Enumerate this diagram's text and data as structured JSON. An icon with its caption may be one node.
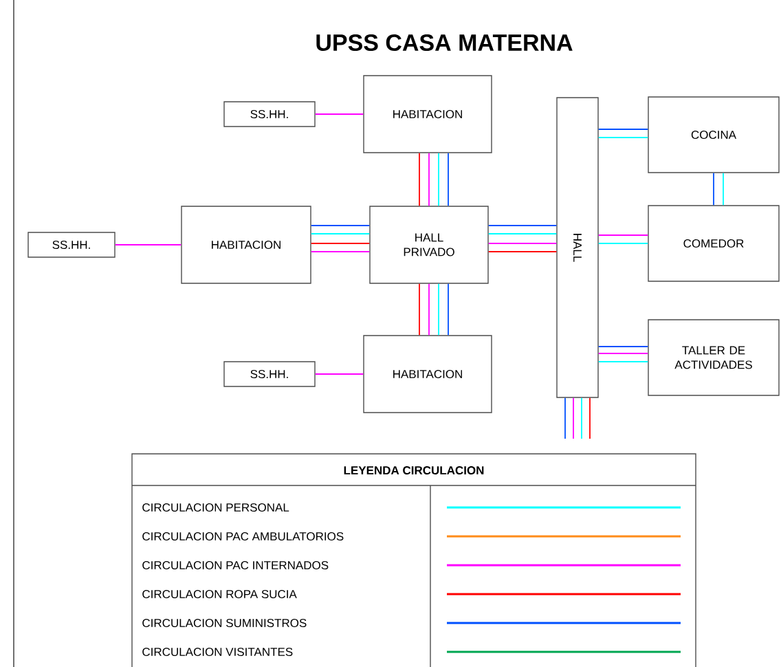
{
  "diagram": {
    "title": "UPSS CASA MATERNA",
    "nodes": [
      {
        "text": [
          "SS.HH."
        ]
      },
      {
        "text": [
          "HABITACION"
        ]
      },
      {
        "text": [
          "SS.HH."
        ]
      },
      {
        "text": [
          "HABITACION"
        ]
      },
      {
        "text": [
          "HALL PRIVADO"
        ]
      },
      {
        "text": [
          "SS.HH."
        ]
      },
      {
        "text": [
          "HABITACION"
        ]
      },
      {
        "text": [
          "HALL"
        ]
      },
      {
        "text": [
          "COCINA"
        ]
      },
      {
        "text": [
          "COMEDOR"
        ]
      },
      {
        "text": [
          "TALLER DE ACTIVIDADES"
        ]
      }
    ],
    "edges": [
      {
        "from": 0,
        "to": 1,
        "arrow": "none",
        "color": "#ff00ff"
      },
      {
        "from": 2,
        "to": 3,
        "arrow": "none",
        "color": "#ff00ff"
      },
      {
        "from": 5,
        "to": 6,
        "arrow": "none",
        "color": "#ff00ff"
      },
      {
        "from": 1,
        "to": 4,
        "arrow": "none",
        "color": "#ff0000"
      },
      {
        "from": 1,
        "to": 4,
        "arrow": "none",
        "color": "#ff00ff"
      },
      {
        "from": 1,
        "to": 4,
        "arrow": "none",
        "color": "#00ffff"
      },
      {
        "from": 1,
        "to": 4,
        "arrow": "none",
        "color": "#0050ff"
      },
      {
        "from": 3,
        "to": 4,
        "arrow": "none",
        "color": "#0050ff"
      },
      {
        "from": 3,
        "to": 4,
        "arrow": "none",
        "color": "#00ffff"
      },
      {
        "from": 3,
        "to": 4,
        "arrow": "none",
        "color": "#ff0000"
      },
      {
        "from": 3,
        "to": 4,
        "arrow": "none",
        "color": "#ff00ff"
      },
      {
        "from": 4,
        "to": 6,
        "arrow": "none",
        "color": "#ff0000"
      },
      {
        "from": 4,
        "to": 6,
        "arrow": "none",
        "color": "#ff00ff"
      },
      {
        "from": 4,
        "to": 6,
        "arrow": "none",
        "color": "#00ffff"
      },
      {
        "from": 4,
        "to": 6,
        "arrow": "none",
        "color": "#0050ff"
      },
      {
        "from": 4,
        "to": 7,
        "arrow": "none",
        "color": "#0050ff"
      },
      {
        "from": 4,
        "to": 7,
        "arrow": "none",
        "color": "#00ffff"
      },
      {
        "from": 4,
        "to": 7,
        "arrow": "none",
        "color": "#ff00ff"
      },
      {
        "from": 4,
        "to": 7,
        "arrow": "none",
        "color": "#ff0000"
      },
      {
        "from": 7,
        "to": 8,
        "arrow": "none",
        "color": "#0050ff"
      },
      {
        "from": 7,
        "to": 8,
        "arrow": "none",
        "color": "#00ffff"
      },
      {
        "from": 8,
        "to": 9,
        "arrow": "none",
        "color": "#0050ff"
      },
      {
        "from": 8,
        "to": 9,
        "arrow": "none",
        "color": "#00ffff"
      },
      {
        "from": 7,
        "to": 9,
        "arrow": "none",
        "color": "#ff00ff"
      },
      {
        "from": 7,
        "to": 9,
        "arrow": "none",
        "color": "#00ffff"
      },
      {
        "from": 7,
        "to": 10,
        "arrow": "none",
        "color": "#0050ff"
      },
      {
        "from": 7,
        "to": 10,
        "arrow": "none",
        "color": "#ff00ff"
      },
      {
        "from": 7,
        "to": 10,
        "arrow": "none",
        "color": "#00ffff"
      },
      {
        "from": 7,
        "to": null,
        "arrow": "none",
        "color": "#0050ff"
      },
      {
        "from": 7,
        "to": null,
        "arrow": "none",
        "color": "#ff00ff"
      },
      {
        "from": 7,
        "to": null,
        "arrow": "none",
        "color": "#00ffff"
      },
      {
        "from": 7,
        "to": null,
        "arrow": "none",
        "color": "#ff0000"
      }
    ],
    "labels": [
      "LEYENDA CIRCULACION"
    ],
    "legend": [
      {
        "text": "CIRCULACION PERSONAL",
        "color": "#00ffff"
      },
      {
        "text": "CIRCULACION PAC AMBULATORIOS",
        "color": "#ff8c1a"
      },
      {
        "text": "CIRCULACION PAC INTERNADOS",
        "color": "#ff00ff"
      },
      {
        "text": "CIRCULACION ROPA SUCIA",
        "color": "#ff0000"
      },
      {
        "text": "CIRCULACION SUMINISTROS",
        "color": "#0050ff"
      },
      {
        "text": "CIRCULACION VISITANTES",
        "color": "#00a651"
      }
    ]
  }
}
